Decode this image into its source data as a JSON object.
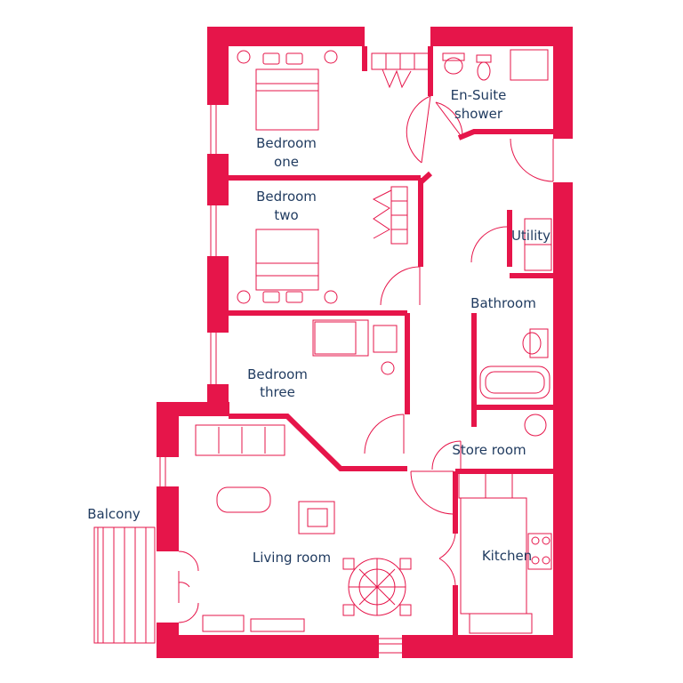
{
  "colors": {
    "wall": "#e6154a",
    "furniture": "#e6154a",
    "label": "#1f3a5f",
    "background": "#ffffff"
  },
  "rooms": {
    "bedroom_one": [
      "Bedroom",
      "one"
    ],
    "bedroom_two": [
      "Bedroom",
      "two"
    ],
    "bedroom_three": [
      "Bedroom",
      "three"
    ],
    "ensuite": [
      "En-Suite",
      "shower"
    ],
    "utility": "Utility",
    "bathroom": "Bathroom",
    "store_room": "Store room",
    "kitchen": "Kitchen",
    "living_room": "Living room",
    "balcony": "Balcony"
  }
}
